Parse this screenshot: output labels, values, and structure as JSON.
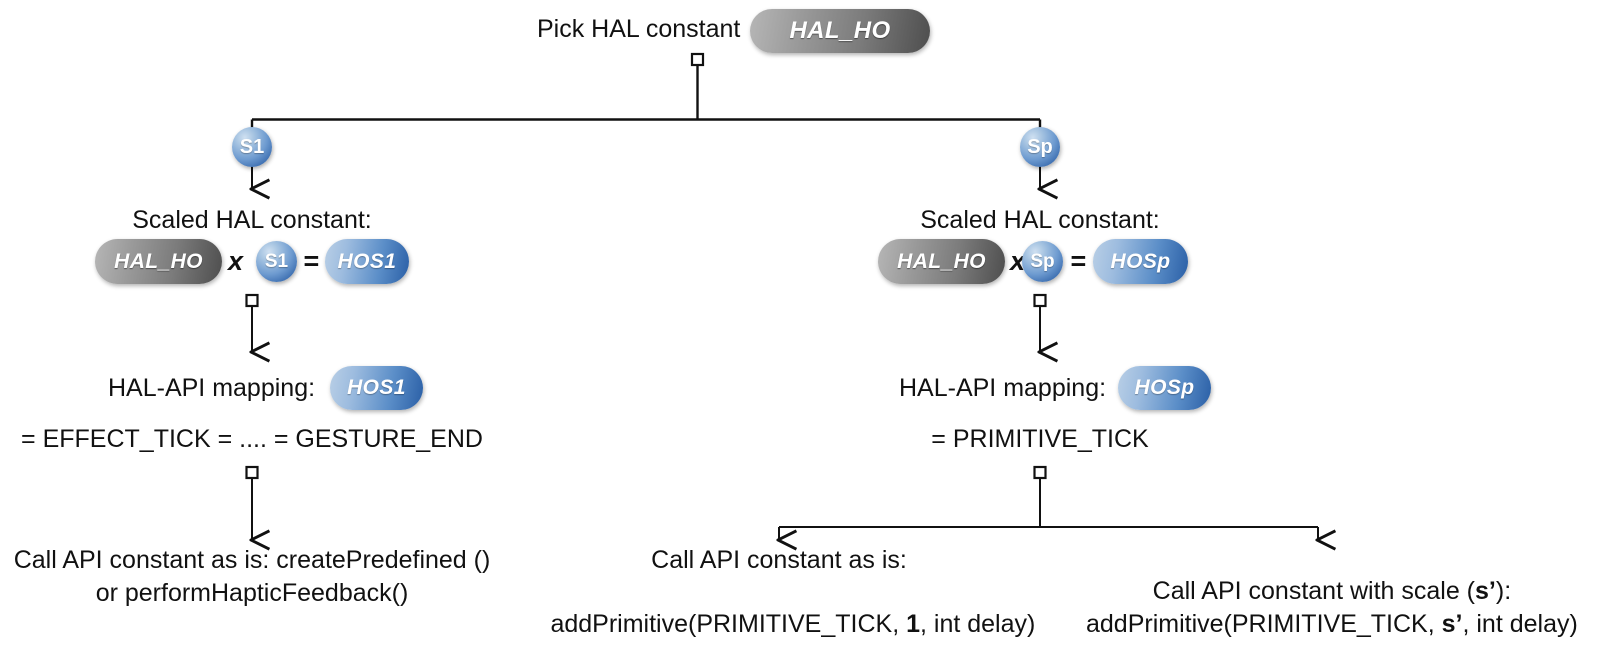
{
  "diagram": {
    "title_node": {
      "label": "Pick HAL constant",
      "pill": "HAL_HO"
    },
    "branches": [
      {
        "key": "s1",
        "badge": "S1"
      },
      {
        "key": "sp",
        "badge": "Sp"
      }
    ],
    "left_branch": {
      "scaled_label": "Scaled HAL constant:",
      "operand_a": "HAL_HO",
      "operator_times": "x",
      "operand_b": "S1",
      "operator_equals": "=",
      "result": "HOS1",
      "mapping_label": "HAL-API mapping:",
      "mapping_pill": "HOS1",
      "mapping_expr": "= EFFECT_TICK = .... = GESTURE_END",
      "leaf": {
        "line1": "Call API constant as is: createPredefined ()",
        "line2": "or performHapticFeedback()"
      }
    },
    "right_branch": {
      "scaled_label": "Scaled HAL constant:",
      "operand_a": "HAL_HO",
      "operator_times": "x",
      "operand_b": "Sp",
      "operator_equals": "=",
      "result": "HOSp",
      "mapping_label": "HAL-API mapping:",
      "mapping_pill": "HOSp",
      "mapping_expr": "= PRIMITIVE_TICK",
      "leaf_left": {
        "line1": "Call API constant as is:",
        "line2_pre": "addPrimitive(PRIMITIVE_TICK, ",
        "line2_bold": "1",
        "line2_post": ", int delay)"
      },
      "leaf_right": {
        "line1_pre": "Call API constant with scale (",
        "line1_bold": "s’",
        "line1_post": "):",
        "line2_pre": "addPrimitive(PRIMITIVE_TICK, ",
        "line2_bold": "s’",
        "line2_post": ", int delay)"
      }
    },
    "colors": {
      "pill_gray_light": "#b6b6b6",
      "pill_gray_dark": "#4e4e4e",
      "pill_blue_light": "#b9cfe6",
      "pill_blue_dark": "#2a5fa6",
      "circle_blue_light": "#a8c5e2",
      "circle_blue_dark": "#1d4d90",
      "edge_stroke": "#111111",
      "text": "#111111",
      "background": "#ffffff"
    }
  }
}
